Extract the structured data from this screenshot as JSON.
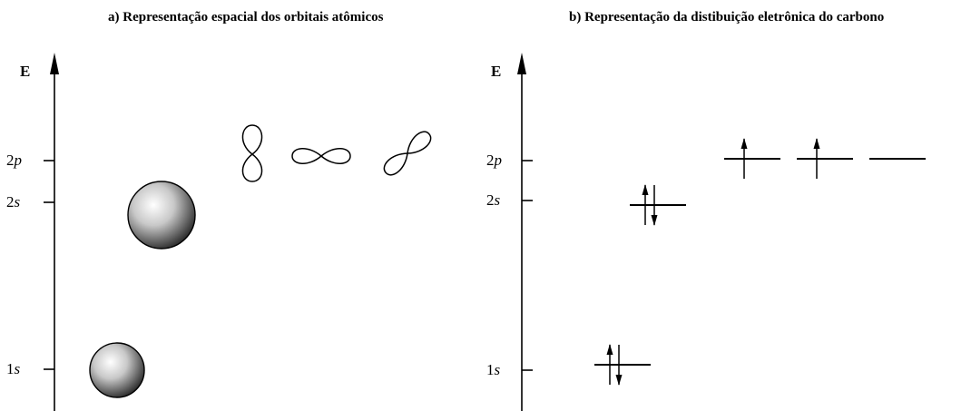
{
  "panel_a": {
    "title": "a) Representação espacial dos orbitais atômicos",
    "axis_label": "E",
    "levels": [
      {
        "num": "2",
        "sub": "p"
      },
      {
        "num": "2",
        "sub": "s"
      },
      {
        "num": "1",
        "sub": "s"
      }
    ],
    "orbitals": [
      "s-sphere",
      "s-sphere",
      "p-lobe-vertical",
      "p-lobe-horizontal",
      "p-lobe-diagonal"
    ]
  },
  "panel_b": {
    "title": "b) Representação da distibuição eletrônica do carbono",
    "axis_label": "E",
    "levels": [
      {
        "num": "2",
        "sub": "p"
      },
      {
        "num": "2",
        "sub": "s"
      },
      {
        "num": "1",
        "sub": "s"
      }
    ],
    "electron_configuration": {
      "1s": [
        "up",
        "down"
      ],
      "2s": [
        "up",
        "down"
      ],
      "2p": [
        [
          "up"
        ],
        [
          "up"
        ],
        []
      ]
    }
  },
  "colors": {
    "ink": "#000000",
    "sphere_light": "#ffffff",
    "sphere_dark": "#3a3a3a"
  }
}
